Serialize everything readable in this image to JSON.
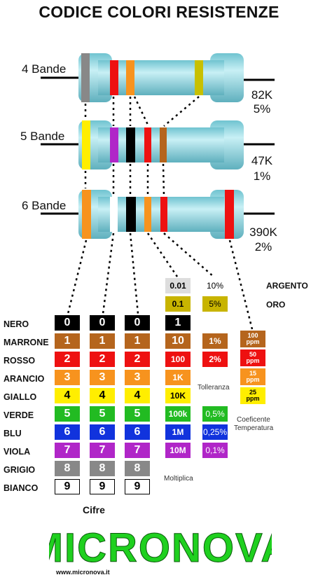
{
  "title": "CODICE COLORI RESISTENZE",
  "resistors": [
    {
      "label": "4 Bande",
      "value": "82K",
      "tolerance": "5%"
    },
    {
      "label": "5 Bande",
      "value": "47K",
      "tolerance": "1%"
    },
    {
      "label": "6 Bande",
      "value": "390K",
      "tolerance": "2%"
    }
  ],
  "color_names": [
    "NERO",
    "MARRONE",
    "ROSSO",
    "ARANCIO",
    "GIALLO",
    "VERDE",
    "BLU",
    "VIOLA",
    "GRIGIO",
    "BIANCO"
  ],
  "colors": {
    "NERO": "#000000",
    "MARRONE": "#b5651d",
    "ROSSO": "#ee1111",
    "ARANCIO": "#f7931e",
    "GIALLO": "#ffee00",
    "VERDE": "#22bb22",
    "BLU": "#1133dd",
    "VIOLA": "#b026c8",
    "GRIGIO": "#888888",
    "BIANCO": "#ffffff",
    "ORO": "#c8b400",
    "ARGENTO": "#dddddd",
    "body": "#9fdde6"
  },
  "digits": [
    "0",
    "1",
    "2",
    "3",
    "4",
    "5",
    "6",
    "7",
    "8",
    "9"
  ],
  "multiplier": {
    "silver": "0.01",
    "gold": "0.1",
    "values": [
      "1",
      "10",
      "100",
      "1K",
      "10K",
      "100k",
      "1M",
      "10M"
    ],
    "caption": "Moltiplica"
  },
  "tolerance": {
    "silver": "10%",
    "gold": "5%",
    "brown": "1%",
    "red": "2%",
    "green": "0,5%",
    "blue": "0,25%",
    "violet": "0,1%",
    "caption": "Tolleranza"
  },
  "tempco": {
    "entries": [
      {
        "num": "100",
        "unit": "ppm"
      },
      {
        "num": "50",
        "unit": "ppm"
      },
      {
        "num": "15",
        "unit": "ppm"
      },
      {
        "num": "25",
        "unit": "ppm"
      }
    ],
    "caption_line1": "Coeficente",
    "caption_line2": "Temperatura"
  },
  "side_labels": {
    "silver": "ARGENTO",
    "gold": "ORO"
  },
  "cifre_label": "Cifre",
  "brand": {
    "logo_text": "MICRONOVA",
    "logo_color": "#1fd01f",
    "url": "www.micronova.it"
  }
}
